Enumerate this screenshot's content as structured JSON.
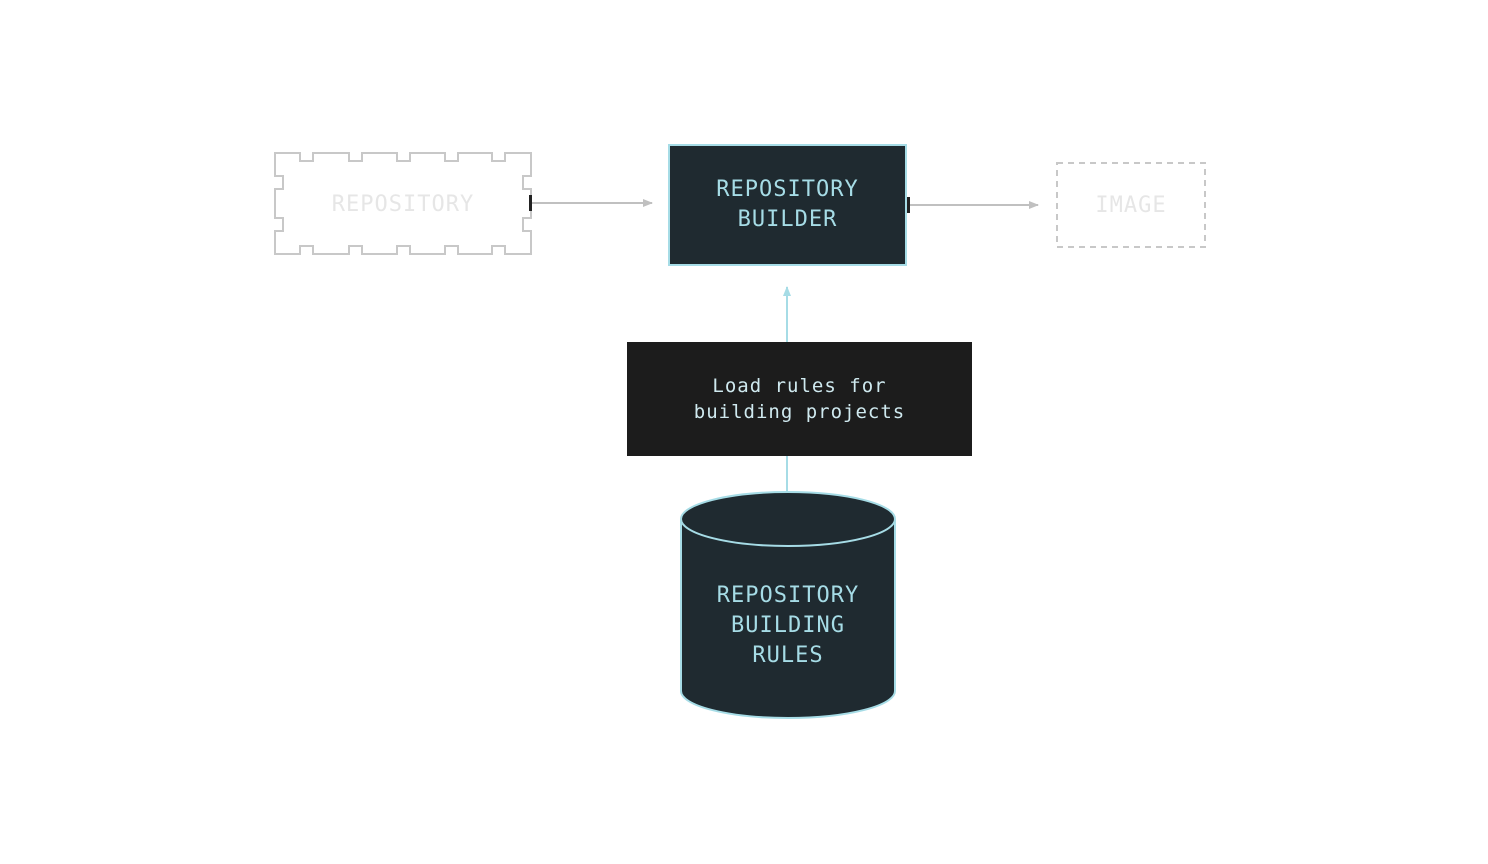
{
  "colors": {
    "background": "#ffffff",
    "ghost_stroke": "#c8c8c8",
    "ghost_text": "#e6e6e6",
    "node_fill": "#1f2a30",
    "node_stroke": "#a6dce6",
    "node_text": "#a6dce6",
    "step_fill": "#1c1c1c",
    "arrow_gray": "#c0c0c0",
    "arrow_cyan": "#a6dce6"
  },
  "nodes": {
    "repository": {
      "label": "REPOSITORY"
    },
    "builder": {
      "label": "REPOSITORY\nBUILDER"
    },
    "image": {
      "label": "IMAGE"
    },
    "step": {
      "label": "Load rules for\nbuilding projects"
    },
    "rules": {
      "label": "REPOSITORY\nBUILDING\nRULES"
    }
  }
}
